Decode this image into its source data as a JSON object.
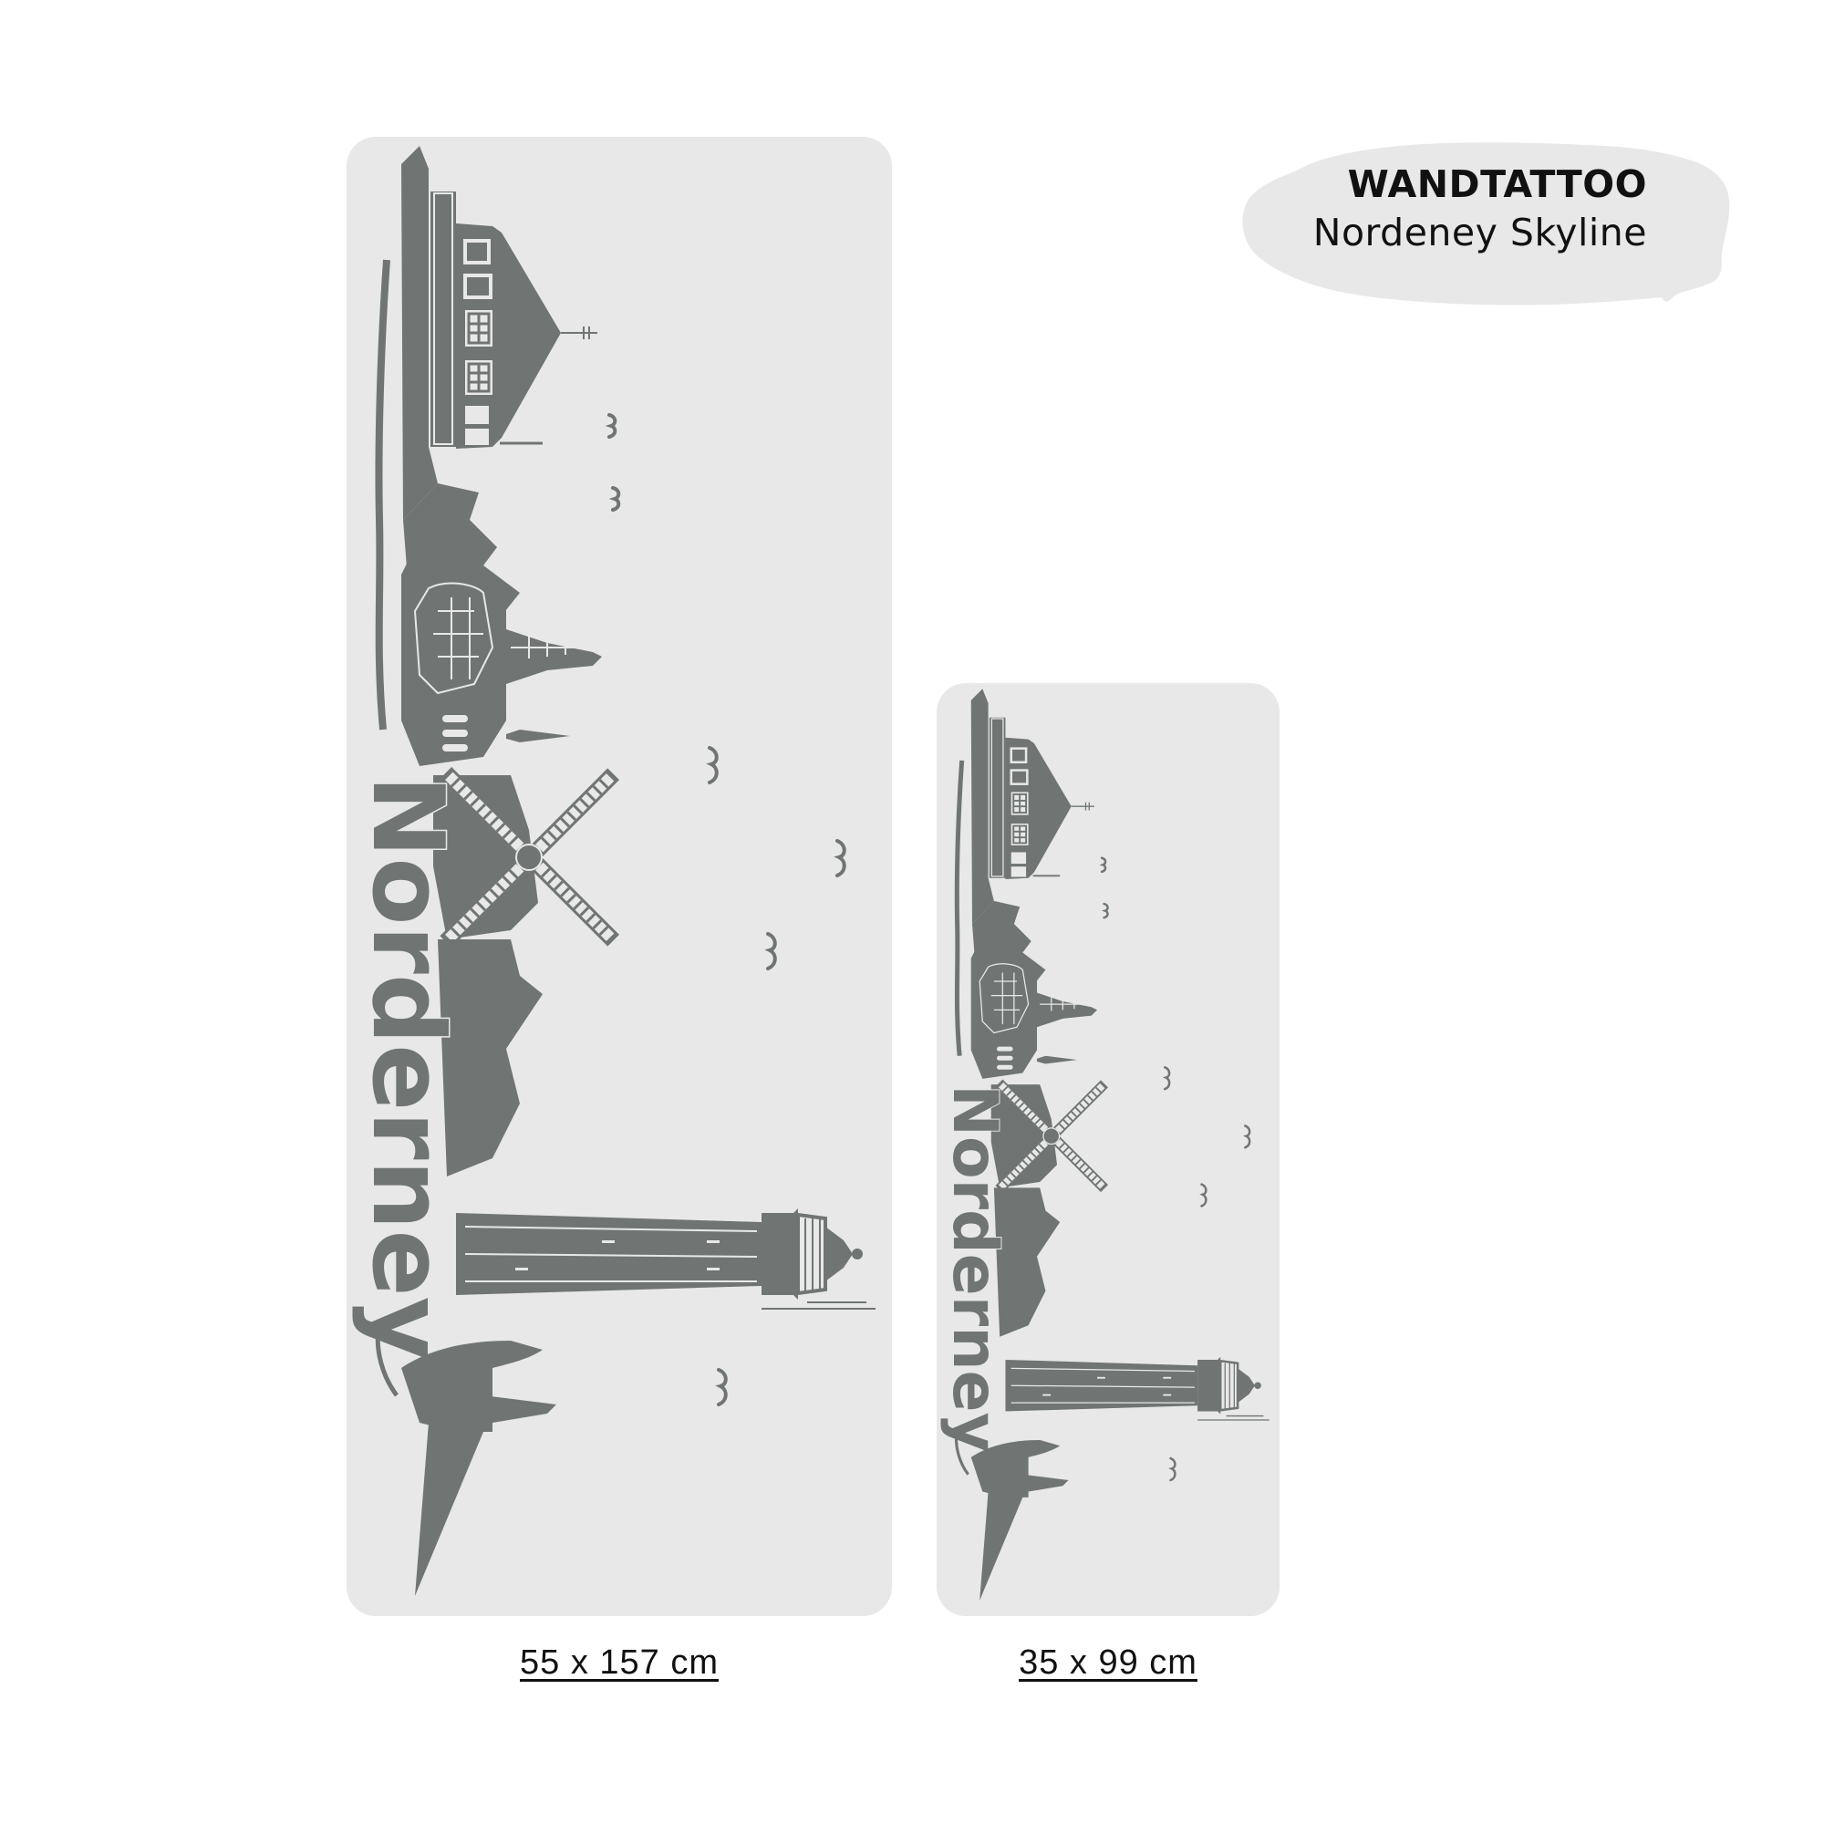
{
  "header": {
    "title": "WANDTATTOO",
    "subtitle": "Nordeney Skyline"
  },
  "decal": {
    "text": "Norderney",
    "color": "#707574",
    "panel_color": "#e8e8e8",
    "elements": [
      "lighthouse-building",
      "church",
      "windmill",
      "lighthouse",
      "sailing-ship",
      "seagulls"
    ]
  },
  "variants": [
    {
      "size_label": "55 x 157 cm"
    },
    {
      "size_label": "35 x 99 cm"
    }
  ]
}
